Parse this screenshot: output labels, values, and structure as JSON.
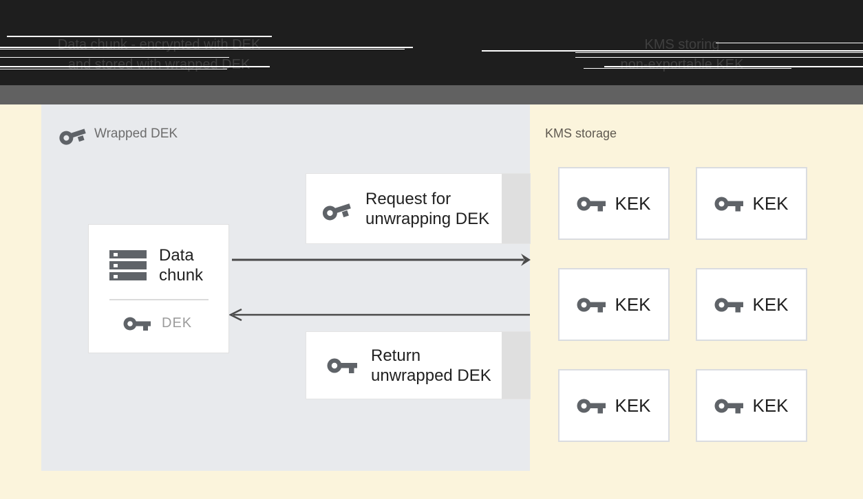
{
  "palette": {
    "banner_bg": "#1E1E1E",
    "banner_text": "#3F3F3F",
    "divider_bar": "#616161",
    "page_bg": "#FBF4DC",
    "dek_panel_bg": "#E8EAED",
    "box_bg": "#FFFFFF",
    "box_border": "#DADCE0",
    "msg_strip": "#DFDFDF",
    "icon_gray": "#5F6368",
    "arrow_gray": "#4A4A4A",
    "title_text": "#212121",
    "muted_label": "#9B9B9B",
    "header_label": "#6D6D6D",
    "kms_label": "#5F5950"
  },
  "banner": {
    "left_caption": {
      "line1": "Data chunk - encrypted with DEK",
      "line2": "and stored with wrapped DEK"
    },
    "right_caption": {
      "line1": "KMS storing",
      "line2": "non-exportable KEK"
    }
  },
  "dek_panel": {
    "header": {
      "label": "Wrapped DEK",
      "icon": "key-icon"
    },
    "data_chunk_box": {
      "title_line1": "Data",
      "title_line2": "chunk",
      "storage_icon": "storage-stack-icon",
      "key_icon": "key-icon",
      "key_label": "DEK"
    },
    "request_box": {
      "icon": "key-icon",
      "line1": "Request for",
      "line2": "unwrapping DEK"
    },
    "return_box": {
      "icon": "key-icon",
      "line1": "Return",
      "line2": "unwrapped DEK"
    }
  },
  "arrows": {
    "request": {
      "name": "request-arrow",
      "direction": "right"
    },
    "return": {
      "name": "return-arrow",
      "direction": "left"
    }
  },
  "kms_panel": {
    "header": "KMS storage",
    "kek_boxes": [
      {
        "icon": "key-icon",
        "label": "KEK"
      },
      {
        "icon": "key-icon",
        "label": "KEK"
      },
      {
        "icon": "key-icon",
        "label": "KEK"
      },
      {
        "icon": "key-icon",
        "label": "KEK"
      },
      {
        "icon": "key-icon",
        "label": "KEK"
      },
      {
        "icon": "key-icon",
        "label": "KEK"
      }
    ]
  }
}
